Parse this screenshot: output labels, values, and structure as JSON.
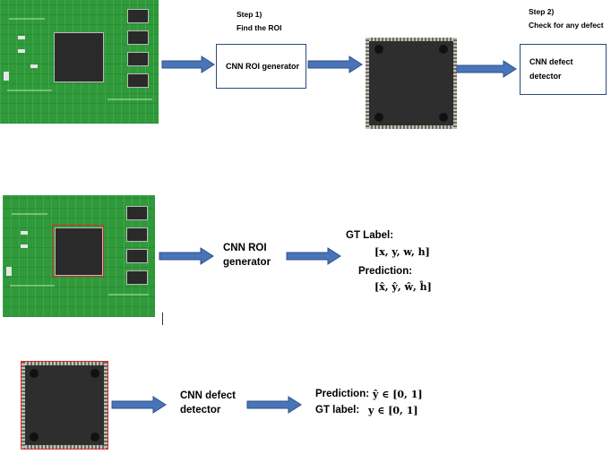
{
  "row1": {
    "step1_title": "Step 1)",
    "step1_sub": "Find the ROI",
    "roi_box_label": "CNN ROI generator",
    "step2_title": "Step 2)",
    "step2_sub": "Check for any defect",
    "defect_box_line1": "CNN defect",
    "defect_box_line2": "detector"
  },
  "row2": {
    "roi_line1": "CNN ROI",
    "roi_line2": "generator",
    "gt_label": "GT Label:",
    "gt_value": "[x, y, w, h]",
    "prediction_label": "Prediction:",
    "prediction_value": "[x̂, ŷ, ŵ, ĥ]"
  },
  "row3": {
    "defect_line1": "CNN defect",
    "defect_line2": "detector",
    "prediction_label": "Prediction:",
    "prediction_value": "ŷ ∈ [0, 1]",
    "gt_label": "GT label:",
    "gt_value": "y ∈ [0, 1]"
  },
  "colors": {
    "arrow": "#4a74b8",
    "arrow_stroke": "#2c4f8c",
    "roi_outline": "#d42a2a",
    "pcb": "#2f9a3a"
  }
}
